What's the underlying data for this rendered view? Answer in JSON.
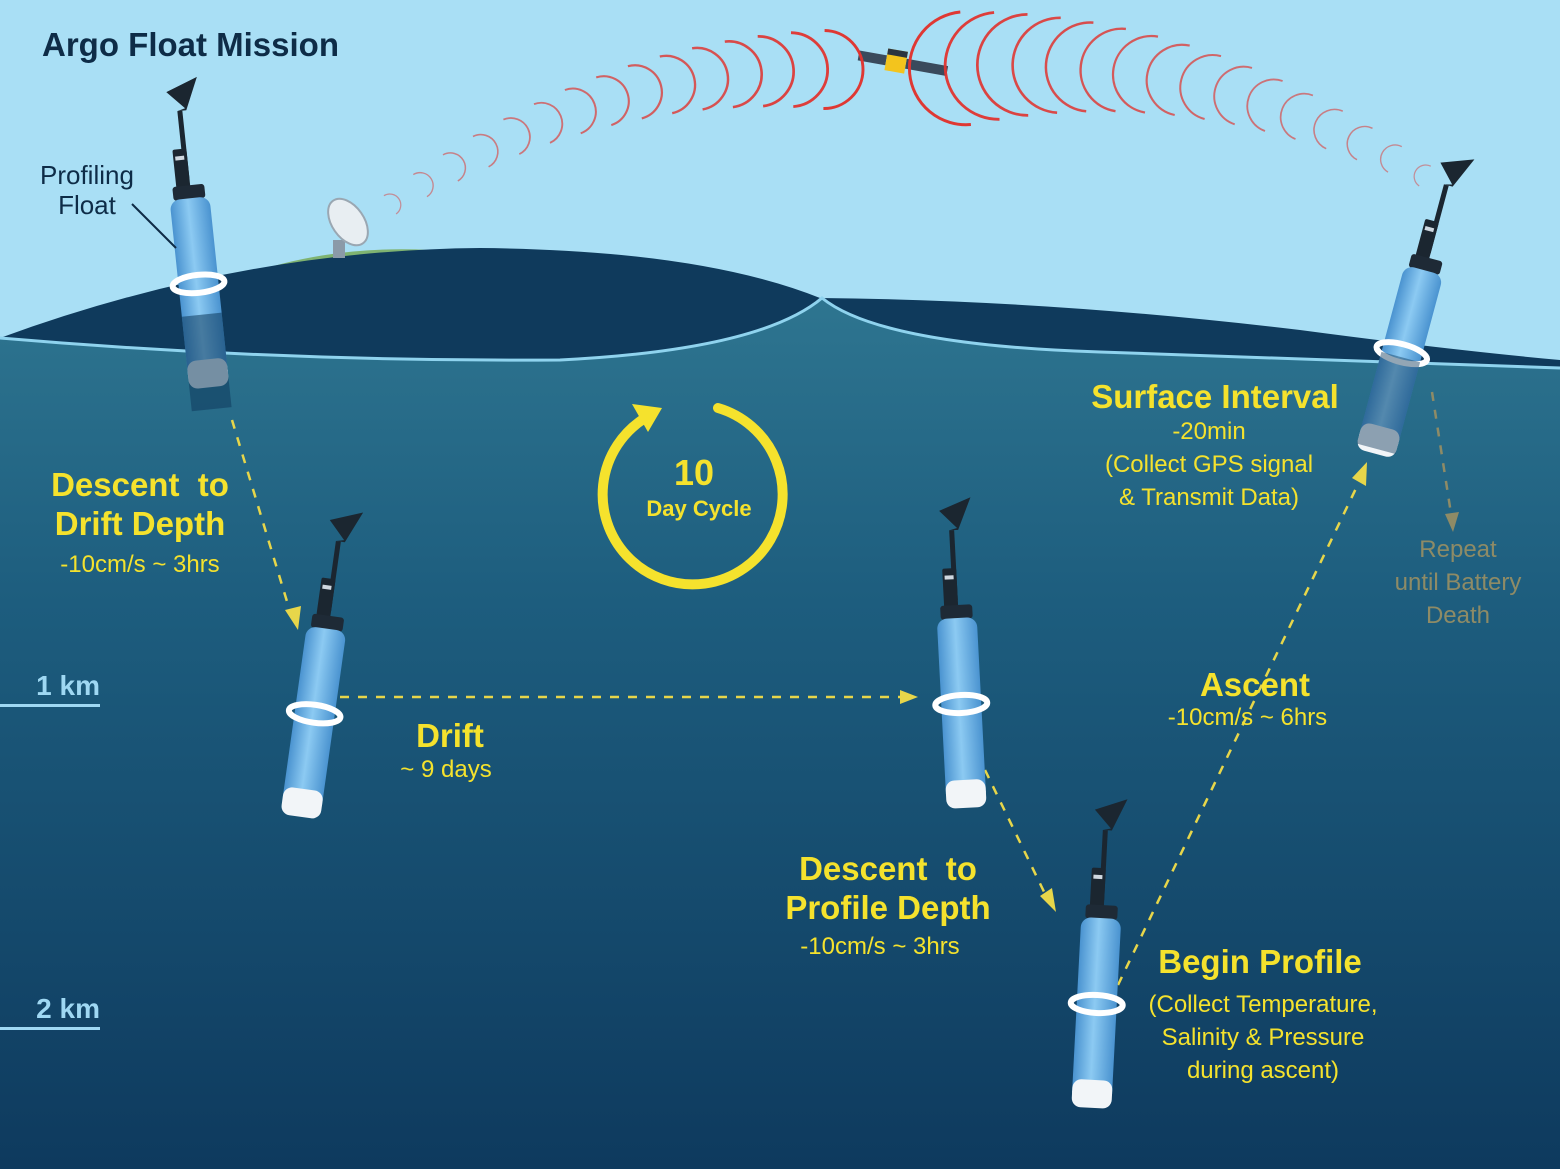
{
  "title": "Argo Float Mission",
  "profiling_float_label": "Profiling\nFloat",
  "depth_markers": [
    "1 km",
    "2 km"
  ],
  "cycle": {
    "number": "10",
    "label": "Day Cycle"
  },
  "stages": {
    "descent_drift": {
      "title": "Descent  to\nDrift Depth",
      "detail": "-10cm/s ~ 3hrs"
    },
    "drift": {
      "title": "Drift",
      "detail": "~ 9 days"
    },
    "descent_profile": {
      "title": "Descent  to\nProfile Depth",
      "detail": "-10cm/s ~ 3hrs"
    },
    "begin_profile": {
      "title": "Begin Profile",
      "detail": "(Collect Temperature,\nSalinity & Pressure\nduring ascent)"
    },
    "ascent": {
      "title": "Ascent",
      "detail": "-10cm/s ~ 6hrs"
    },
    "surface_interval": {
      "title": "Surface Interval",
      "detail": "-20min\n(Collect GPS signal\n& Transmit Data)"
    }
  },
  "repeat_note": "Repeat\nuntil Battery\nDeath",
  "colors": {
    "sky": "#a9dff5",
    "sea_surface": "#0f3a5c",
    "ocean_top": "#2a6f8c",
    "ocean_bottom": "#0d3658",
    "label_yellow": "#f5e22d",
    "signal_red": "#e0342f",
    "float_blue": "#6fb6ea",
    "title_navy": "#0e2c47"
  },
  "icons": [
    "satellite-icon",
    "satellite-dish-icon",
    "profiling-float-icon",
    "cycle-arrow-icon",
    "signal-wave-icon"
  ]
}
